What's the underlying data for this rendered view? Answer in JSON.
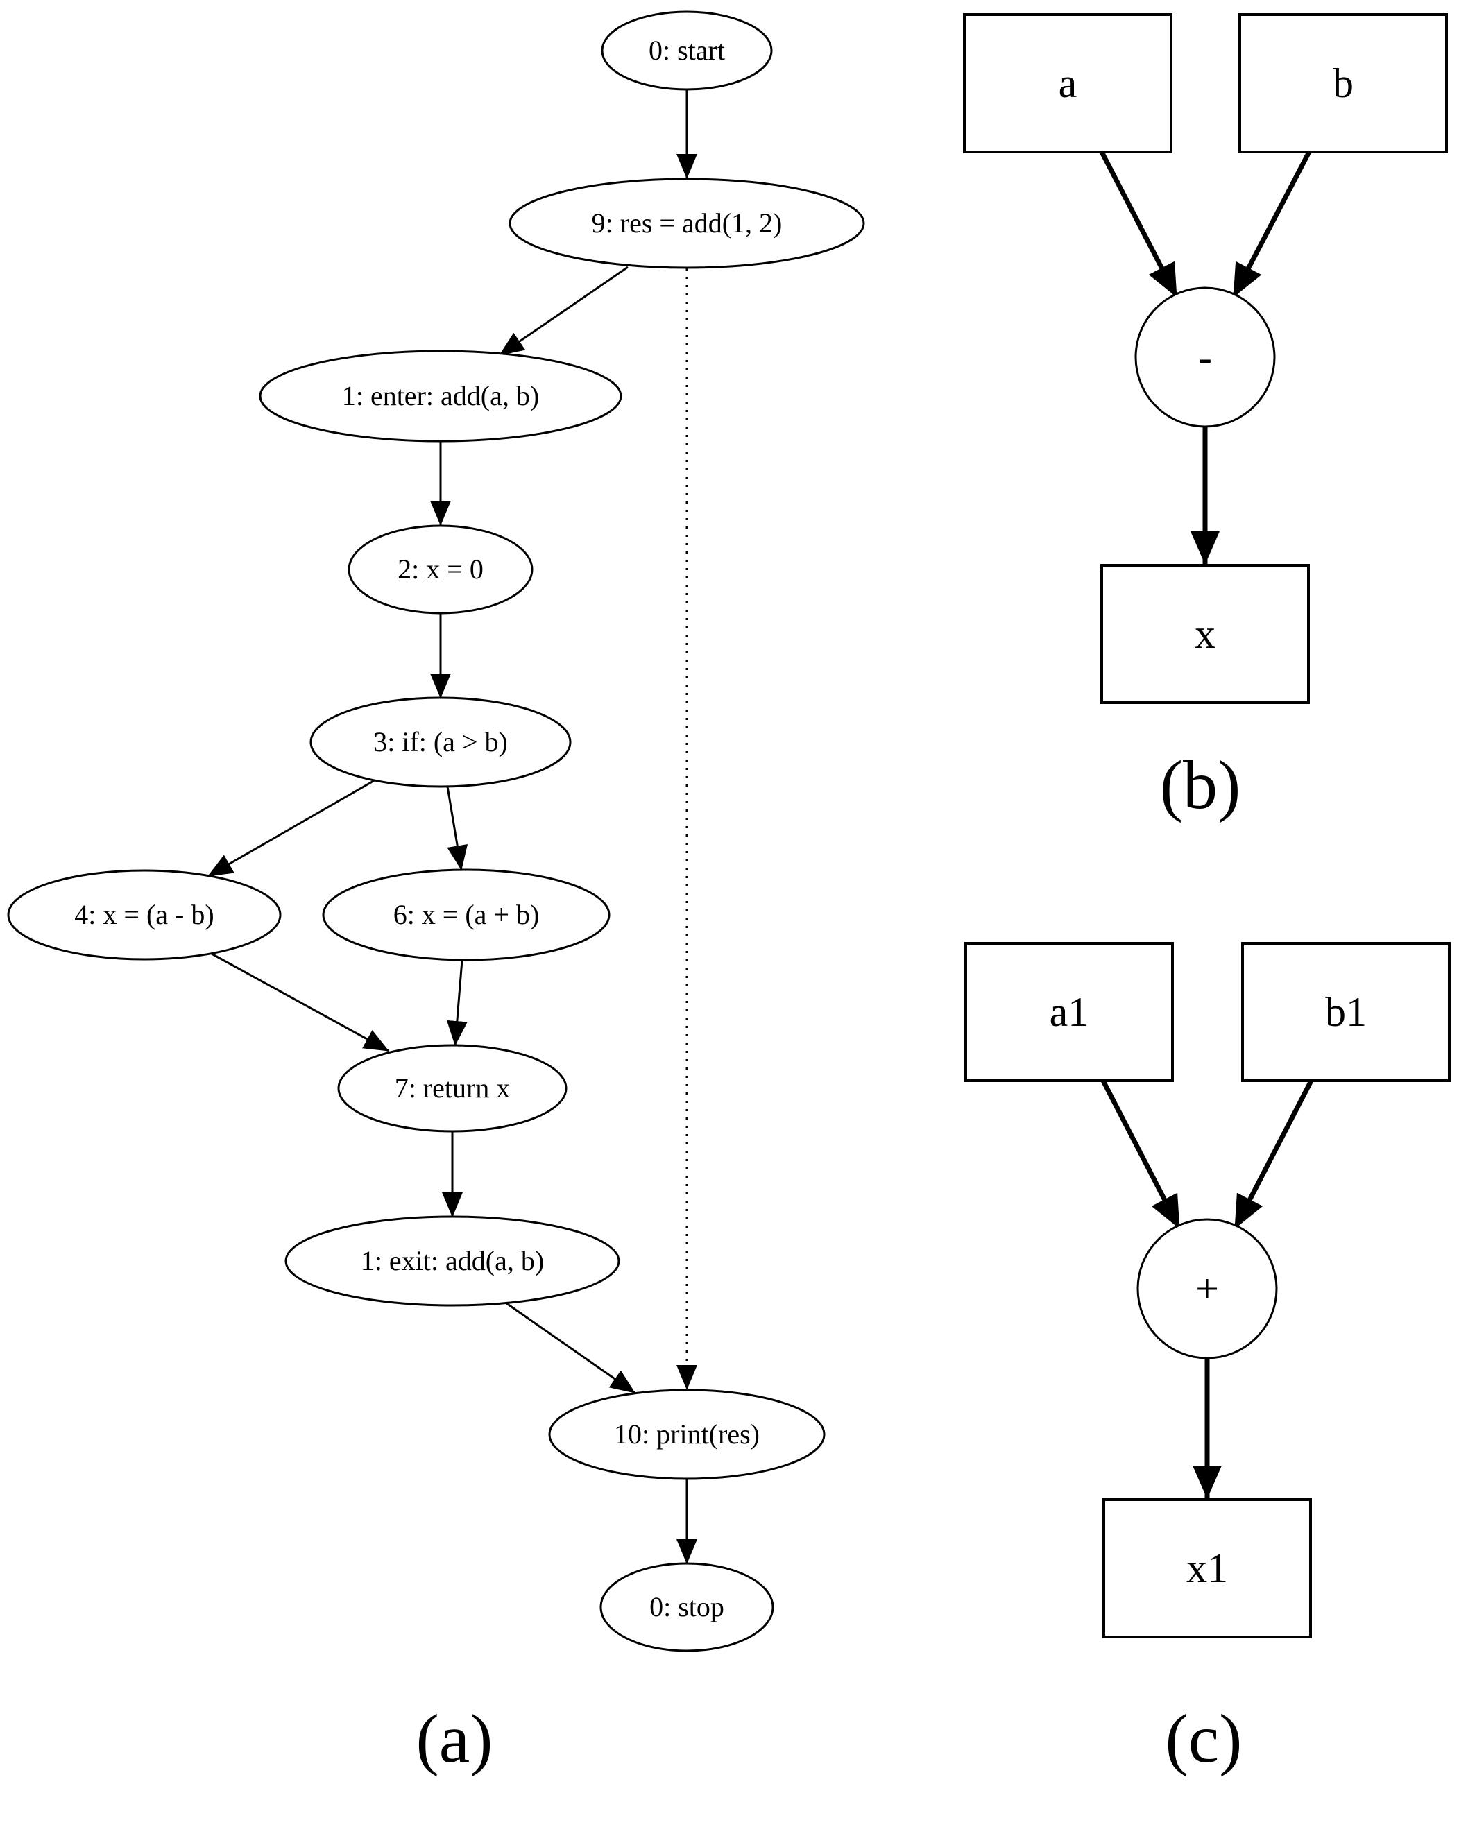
{
  "panel_a": {
    "caption": "(a)",
    "nodes": [
      {
        "id": "start",
        "label": "0: start"
      },
      {
        "id": "n9",
        "label": "9: res = add(1, 2)"
      },
      {
        "id": "n1enter",
        "label": "1: enter: add(a, b)"
      },
      {
        "id": "n2",
        "label": "2: x = 0"
      },
      {
        "id": "n3",
        "label": "3: if: (a > b)"
      },
      {
        "id": "n4",
        "label": "4: x = (a - b)"
      },
      {
        "id": "n6",
        "label": "6: x = (a + b)"
      },
      {
        "id": "n7",
        "label": "7: return x"
      },
      {
        "id": "n1exit",
        "label": "1: exit: add(a, b)"
      },
      {
        "id": "n10",
        "label": "10: print(res)"
      },
      {
        "id": "stop",
        "label": "0: stop"
      }
    ],
    "edges": [
      {
        "from": "start",
        "to": "n9",
        "style": "solid"
      },
      {
        "from": "n9",
        "to": "n1enter",
        "style": "solid"
      },
      {
        "from": "n9",
        "to": "n10",
        "style": "dotted"
      },
      {
        "from": "n1enter",
        "to": "n2",
        "style": "solid"
      },
      {
        "from": "n2",
        "to": "n3",
        "style": "solid"
      },
      {
        "from": "n3",
        "to": "n4",
        "style": "solid"
      },
      {
        "from": "n3",
        "to": "n6",
        "style": "solid"
      },
      {
        "from": "n4",
        "to": "n7",
        "style": "solid"
      },
      {
        "from": "n6",
        "to": "n7",
        "style": "solid"
      },
      {
        "from": "n7",
        "to": "n1exit",
        "style": "solid"
      },
      {
        "from": "n1exit",
        "to": "n10",
        "style": "solid"
      },
      {
        "from": "n10",
        "to": "stop",
        "style": "solid"
      }
    ]
  },
  "panel_b": {
    "caption": "(b)",
    "nodes": [
      {
        "id": "a",
        "label": "a"
      },
      {
        "id": "b",
        "label": "b"
      },
      {
        "id": "op",
        "label": "-"
      },
      {
        "id": "x",
        "label": "x"
      }
    ],
    "edges": [
      {
        "from": "a",
        "to": "op"
      },
      {
        "from": "b",
        "to": "op"
      },
      {
        "from": "op",
        "to": "x"
      }
    ]
  },
  "panel_c": {
    "caption": "(c)",
    "nodes": [
      {
        "id": "a1",
        "label": "a1"
      },
      {
        "id": "b1",
        "label": "b1"
      },
      {
        "id": "op",
        "label": "+"
      },
      {
        "id": "x1",
        "label": "x1"
      }
    ],
    "edges": [
      {
        "from": "a1",
        "to": "op"
      },
      {
        "from": "b1",
        "to": "op"
      },
      {
        "from": "op",
        "to": "x1"
      }
    ]
  }
}
